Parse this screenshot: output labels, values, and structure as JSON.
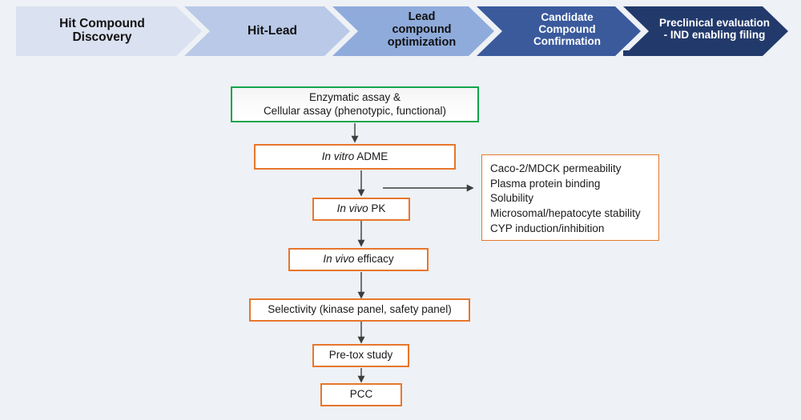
{
  "banner": {
    "stages": [
      {
        "label_lines": [
          "Hit Compound",
          "Discovery"
        ],
        "color": "#dae1f0",
        "text_style": "dark"
      },
      {
        "label_lines": [
          "Hit-Lead"
        ],
        "color": "#b9c9e7",
        "text_style": "dark"
      },
      {
        "label_lines": [
          "Lead",
          "compound",
          "optimization"
        ],
        "color": "#8fabdb",
        "text_style": "dark"
      },
      {
        "label_lines": [
          "Candidate",
          "Compound",
          "Confirmation"
        ],
        "color": "#3a5a9c",
        "text_style": "light"
      },
      {
        "label_lines": [
          "Preclinical evaluation",
          "- IND enabling filing"
        ],
        "color": "#22396b",
        "text_style": "light"
      }
    ]
  },
  "flow": {
    "assay_box": {
      "lines": [
        "Enzymatic assay &",
        "Cellular assay (phenotypic, functional)"
      ],
      "border_color": "#12a44b"
    },
    "steps": [
      {
        "id": "in-vitro-adme",
        "italic": "In vitro",
        "rest": " ADME"
      },
      {
        "id": "in-vivo-pk",
        "italic": "In vivo",
        "rest": " PK"
      },
      {
        "id": "in-vivo-efficacy",
        "italic": "In vivo",
        "rest": " efficacy"
      },
      {
        "id": "selectivity",
        "italic": "",
        "rest": "Selectivity (kinase panel, safety panel)"
      },
      {
        "id": "pre-tox-study",
        "italic": "",
        "rest": "Pre-tox study"
      },
      {
        "id": "pcc",
        "italic": "",
        "rest": "PCC"
      }
    ],
    "adme_details": {
      "items": [
        "Caco-2/MDCK permeability",
        "Plasma protein binding",
        "Solubility",
        "Microsomal/hepatocyte stability",
        "CYP induction/inhibition"
      ],
      "border_color": "#e8762c"
    }
  },
  "colors": {
    "background": "#eef1f5",
    "orange_border": "#e8762c",
    "green_border": "#12a44b",
    "arrow": "#3d3d3d"
  }
}
